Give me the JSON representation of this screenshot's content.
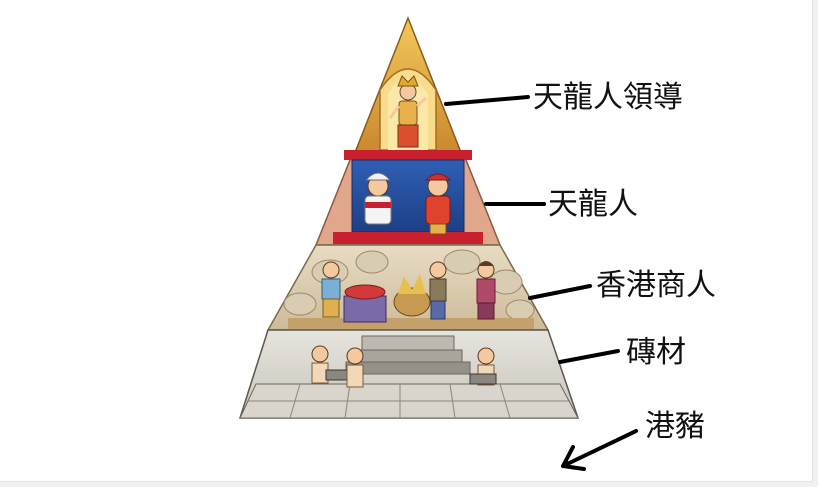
{
  "labels": {
    "top": "天龍人領導",
    "second": "天龍人",
    "third": "香港商人",
    "fourth": "磚材",
    "outside": "港豬"
  }
}
